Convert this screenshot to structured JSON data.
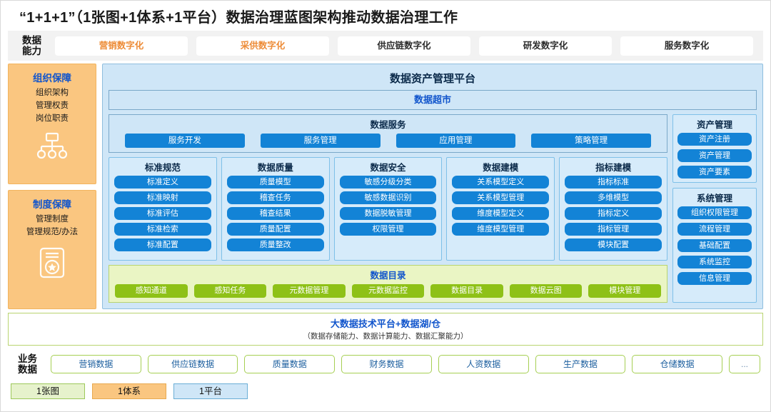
{
  "title": "“1+1+1”（1张图+1体系+1平台）数据治理蓝图架构推动数据治理工作",
  "capability": {
    "label": "数据\n能力",
    "label_line1": "数据",
    "label_line2": "能力",
    "items": [
      {
        "label": "营销数字化",
        "accent": true
      },
      {
        "label": "采供数字化",
        "accent": true
      },
      {
        "label": "供应链数字化",
        "accent": false
      },
      {
        "label": "研发数字化",
        "accent": false
      },
      {
        "label": "服务数字化",
        "accent": false
      }
    ],
    "accent_color": "#ed8b36"
  },
  "left_panels": [
    {
      "title": "组织保障",
      "lines": [
        "组织架构",
        "管理权责",
        "岗位职责"
      ],
      "icon": "org-chart-icon"
    },
    {
      "title": "制度保障",
      "lines": [
        "管理制度",
        "管理规范/办法"
      ],
      "icon": "certificate-star-icon"
    }
  ],
  "platform": {
    "title": "数据资产管理平台",
    "market_bar": "数据超市",
    "services": {
      "title": "数据服务",
      "buttons": [
        "服务开发",
        "服务管理",
        "应用管理",
        "策略管理"
      ]
    },
    "columns": [
      {
        "title": "标准规范",
        "buttons": [
          "标准定义",
          "标准映射",
          "标准评估",
          "标准检索",
          "标准配置"
        ]
      },
      {
        "title": "数据质量",
        "buttons": [
          "质量模型",
          "稽查任务",
          "稽查结果",
          "质量配置",
          "质量整改"
        ]
      },
      {
        "title": "数据安全",
        "buttons": [
          "敏感分级分类",
          "敏感数据识别",
          "数据脱敏管理",
          "权限管理"
        ]
      },
      {
        "title": "数据建模",
        "buttons": [
          "关系模型定义",
          "关系模型管理",
          "维度模型定义",
          "维度模型管理"
        ]
      },
      {
        "title": "指标建模",
        "buttons": [
          "指标标准",
          "多维模型",
          "指标定义",
          "指标管理",
          "模块配置"
        ]
      }
    ],
    "catalog": {
      "title": "数据目录",
      "buttons": [
        "感知通道",
        "感知任务",
        "元数据管理",
        "元数据监控",
        "数据目录",
        "数据云图",
        "模块管理"
      ]
    },
    "right_panels": [
      {
        "title": "资产管理",
        "buttons": [
          "资产注册",
          "资产管理",
          "资产要素"
        ]
      },
      {
        "title": "系统管理",
        "buttons": [
          "组织权限管理",
          "流程管理",
          "基础配置",
          "系统监控",
          "信息管理"
        ]
      }
    ]
  },
  "bigdata": {
    "main": "大数据技术平台+数据湖/仓",
    "sub": "（数据存储能力、数据计算能力、数据汇聚能力）"
  },
  "business": {
    "label_line1": "业务",
    "label_line2": "数据",
    "items": [
      "营销数据",
      "供应链数据",
      "质量数据",
      "财务数据",
      "人资数据",
      "生产数据",
      "仓储数据"
    ],
    "more": "..."
  },
  "legend": [
    {
      "label": "1张图",
      "kind": "g",
      "color": "#e6f2cc"
    },
    {
      "label": "1体系",
      "kind": "o",
      "color": "#fac680"
    },
    {
      "label": "1平台",
      "kind": "b",
      "color": "#cfe6f7"
    }
  ]
}
